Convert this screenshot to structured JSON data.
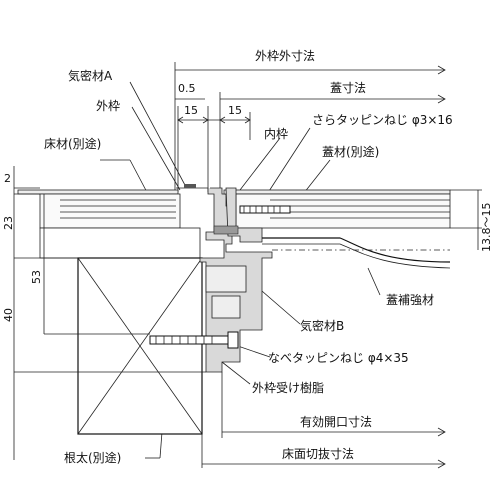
{
  "labels": {
    "gaiwaku_gaisunpo": "外枠外寸法",
    "futa_sunpo": "蓋寸法",
    "kimitsuzai_a": "気密材A",
    "gaiwaku": "外枠",
    "yukazai": "床材(別途)",
    "naiwaku": "内枠",
    "sara_neji": "さらタッピンねじ φ3×16",
    "futazai": "蓋材(別途)",
    "futa_hokyozai": "蓋補強材",
    "kimitsuzai_b": "気密材B",
    "nabe_neji": "なべタッピンねじ φ4×35",
    "gaiwaku_uke": "外枠受け樹脂",
    "yuko_kaiko": "有効開口寸法",
    "nebuto": "根太(別途)",
    "yukamen_kirinuki": "床面切抜寸法"
  },
  "dimensions": {
    "d_0_5": "0.5",
    "d_15_left": "15",
    "d_15_right": "15",
    "d_2": "2",
    "d_23": "23",
    "d_53": "53",
    "d_40": "40",
    "d_13_8_15": "13.8～15"
  }
}
